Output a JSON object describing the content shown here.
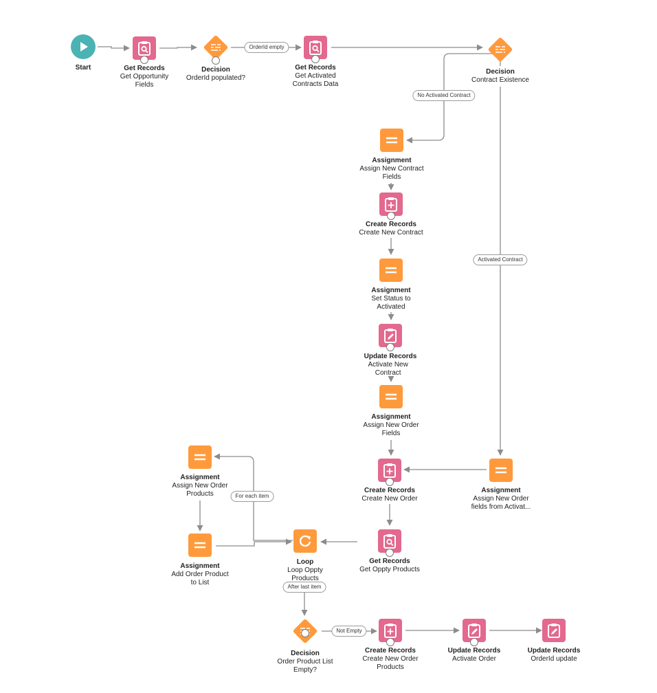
{
  "colors": {
    "data_element": "#e3698e",
    "logic_element": "#ff9a3c",
    "start": "#4bb3b3",
    "edge": "#8c8c8c"
  },
  "nodes": {
    "start": {
      "type": "Start",
      "name": "",
      "icon": "play-icon"
    },
    "get_opportunity_fields": {
      "type": "Get Records",
      "name": "Get Opportunity Fields",
      "icon": "search-record-icon"
    },
    "decision_orderid": {
      "type": "Decision",
      "name": "OrderId populated?",
      "icon": "decision-icon"
    },
    "get_activated_contracts": {
      "type": "Get Records",
      "name": "Get Activated Contracts Data",
      "icon": "search-record-icon"
    },
    "decision_contract": {
      "type": "Decision",
      "name": "Contract Existence",
      "icon": "decision-icon"
    },
    "assign_new_contract": {
      "type": "Assignment",
      "name": "Assign New Contract Fields",
      "icon": "assignment-icon"
    },
    "create_new_contract": {
      "type": "Create Records",
      "name": "Create New Contract",
      "icon": "create-record-icon"
    },
    "set_status_activated": {
      "type": "Assignment",
      "name": "Set Status to Activated",
      "icon": "assignment-icon"
    },
    "activate_new_contract": {
      "type": "Update Records",
      "name": "Activate New Contract",
      "icon": "update-record-icon"
    },
    "assign_new_order": {
      "type": "Assignment",
      "name": "Assign New Order Fields",
      "icon": "assignment-icon"
    },
    "create_new_order": {
      "type": "Create Records",
      "name": "Create New Order",
      "icon": "create-record-icon"
    },
    "assign_order_from_activated": {
      "type": "Assignment",
      "name": "Assign New Order fields from Activat...",
      "icon": "assignment-icon"
    },
    "get_oppty_products": {
      "type": "Get Records",
      "name": "Get Oppty Products",
      "icon": "search-record-icon"
    },
    "loop_oppty_products": {
      "type": "Loop",
      "name": "Loop Oppty Products",
      "icon": "loop-icon"
    },
    "assign_new_order_products": {
      "type": "Assignment",
      "name": "Assign New Order Products",
      "icon": "assignment-icon"
    },
    "add_order_product": {
      "type": "Assignment",
      "name": "Add Order Product to List",
      "icon": "assignment-icon"
    },
    "decision_product_list": {
      "type": "Decision",
      "name": "Order Product List Empty?",
      "icon": "decision-icon"
    },
    "create_new_order_products": {
      "type": "Create Records",
      "name": "Create New Order Products",
      "icon": "create-record-icon"
    },
    "activate_order": {
      "type": "Update Records",
      "name": "Activate Order",
      "icon": "update-record-icon"
    },
    "orderid_update": {
      "type": "Update Records",
      "name": "OrderId update",
      "icon": "update-record-icon"
    }
  },
  "edge_labels": {
    "orderid_empty": "OrderId empty",
    "no_activated_contract": "No Activated Contract",
    "activated_contract": "Activated Contract",
    "for_each_item": "For each item",
    "after_last_item": "After last item",
    "not_empty": "Not Empty"
  }
}
